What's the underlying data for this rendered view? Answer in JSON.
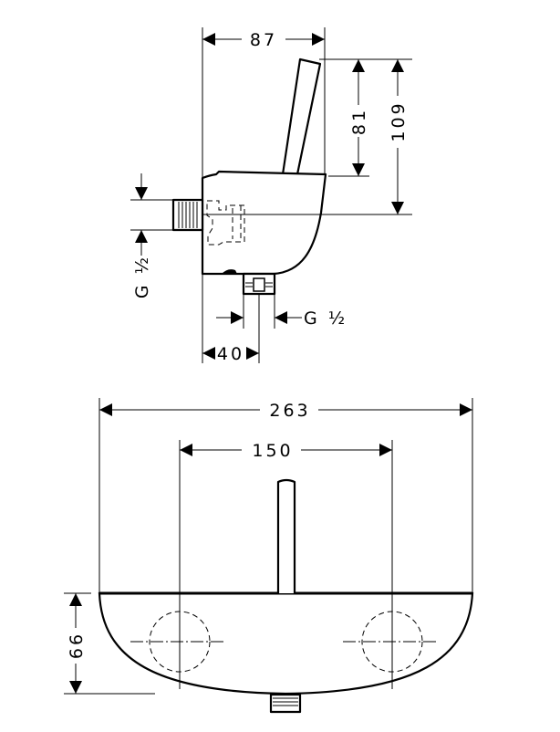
{
  "side_view": {
    "width_label": "87",
    "lever_height_label": "81",
    "total_height_label": "109",
    "inlet_thread_label": "G ½",
    "outlet_thread_label": "G ½",
    "outlet_offset_label": "40"
  },
  "front_view": {
    "total_width_label": "263",
    "center_distance_label": "150",
    "body_height_label": "66"
  }
}
